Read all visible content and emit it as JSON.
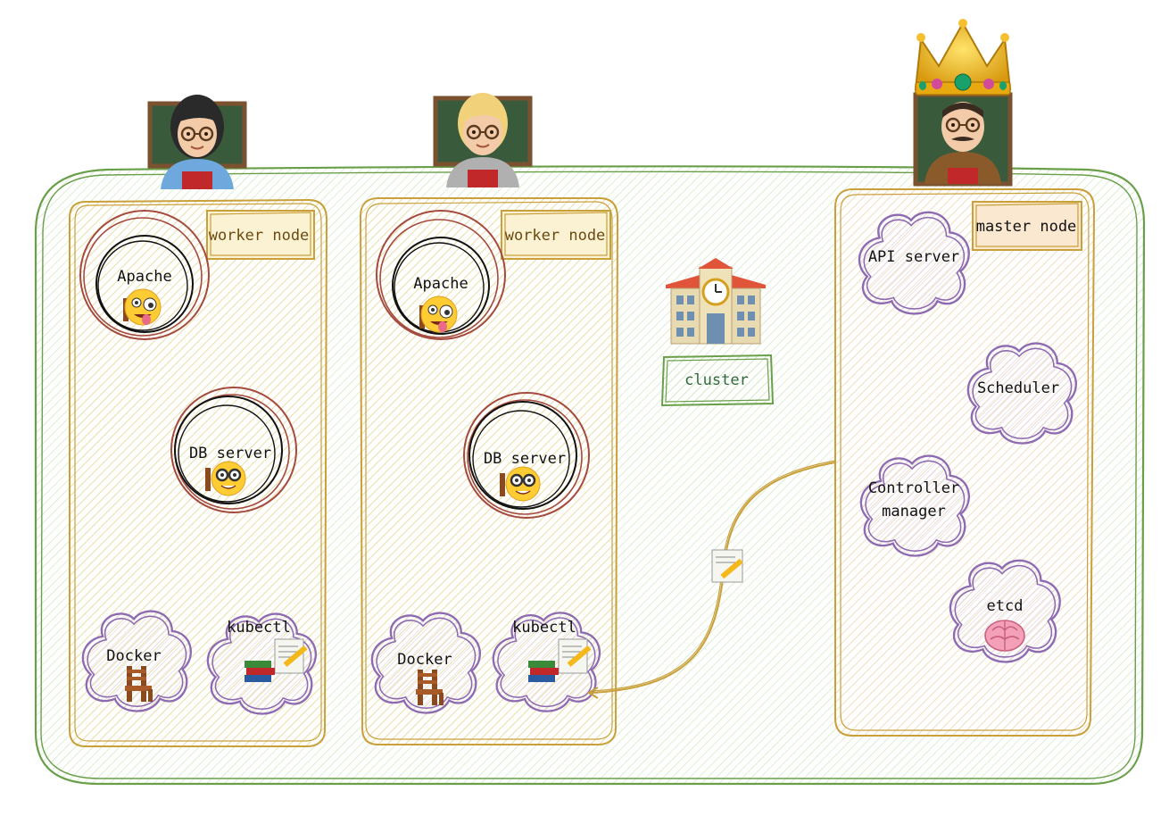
{
  "diagram": {
    "colors": {
      "cluster_stroke": "#6a9f4a",
      "cluster_fill_hatch": "#c9e3b8",
      "node_stroke": "#c9a03a",
      "node_fill_hatch": "#f1dfa6",
      "pod_stroke": "#a54a3e",
      "cloud_stroke": "#8e6bb0",
      "cloud_fill": "#ece3f0",
      "connector": "#c9a03a"
    },
    "cluster": {
      "label": "cluster",
      "icon": "school-building-icon"
    },
    "worker_nodes": [
      {
        "label": "worker node",
        "teacher_icon": "woman-teacher-icon",
        "pods": [
          {
            "label": "Apache",
            "icon": "zany-face-icon"
          },
          {
            "label": "DB server",
            "icon": "nerd-face-icon"
          }
        ],
        "components": [
          {
            "label": "Docker",
            "icon": "chair-icon"
          },
          {
            "label": "kubectl",
            "icon": "books-memo-icon"
          }
        ]
      },
      {
        "label": "worker node",
        "teacher_icon": "blond-teacher-icon",
        "pods": [
          {
            "label": "Apache",
            "icon": "zany-face-icon"
          },
          {
            "label": "DB server",
            "icon": "nerd-face-icon"
          }
        ],
        "components": [
          {
            "label": "Docker",
            "icon": "chair-icon"
          },
          {
            "label": "kubectl",
            "icon": "books-memo-icon"
          }
        ]
      }
    ],
    "master_node": {
      "label": "master node",
      "teacher_icon": "crowned-teacher-icon",
      "components": [
        {
          "label_lines": [
            "API server"
          ],
          "icon": ""
        },
        {
          "label_lines": [
            "Scheduler"
          ],
          "icon": ""
        },
        {
          "label_lines": [
            "Controller",
            "manager"
          ],
          "icon": ""
        },
        {
          "label_lines": [
            "etcd"
          ],
          "icon": "brain-icon"
        }
      ]
    },
    "connector": {
      "icon": "memo-icon",
      "from": "master-node",
      "to": "kubectl"
    }
  }
}
